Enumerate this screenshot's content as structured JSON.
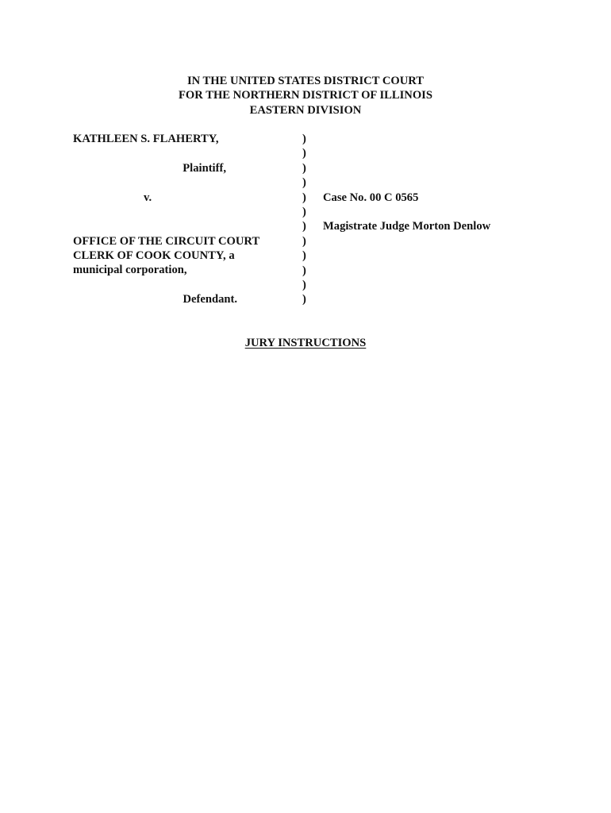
{
  "court_heading": {
    "line1": "IN THE UNITED STATES DISTRICT COURT",
    "line2": "FOR THE NORTHERN DISTRICT OF ILLINOIS",
    "line3": "EASTERN DIVISION"
  },
  "caption": {
    "plaintiff_name": "KATHLEEN S. FLAHERTY,",
    "plaintiff_label": "Plaintiff,",
    "versus": "v.",
    "defendant_name_lines": [
      "OFFICE OF THE CIRCUIT COURT",
      "CLERK OF COOK COUNTY, a",
      "municipal corporation,"
    ],
    "defendant_label": "Defendant.",
    "parens": [
      ")",
      ")",
      ")",
      ")",
      ")",
      ")",
      ")",
      ")",
      ")",
      ")",
      ")",
      ")"
    ],
    "case_number": "Case No.  00 C 0565",
    "judge": "Magistrate Judge Morton Denlow"
  },
  "document_title": "JURY INSTRUCTIONS"
}
